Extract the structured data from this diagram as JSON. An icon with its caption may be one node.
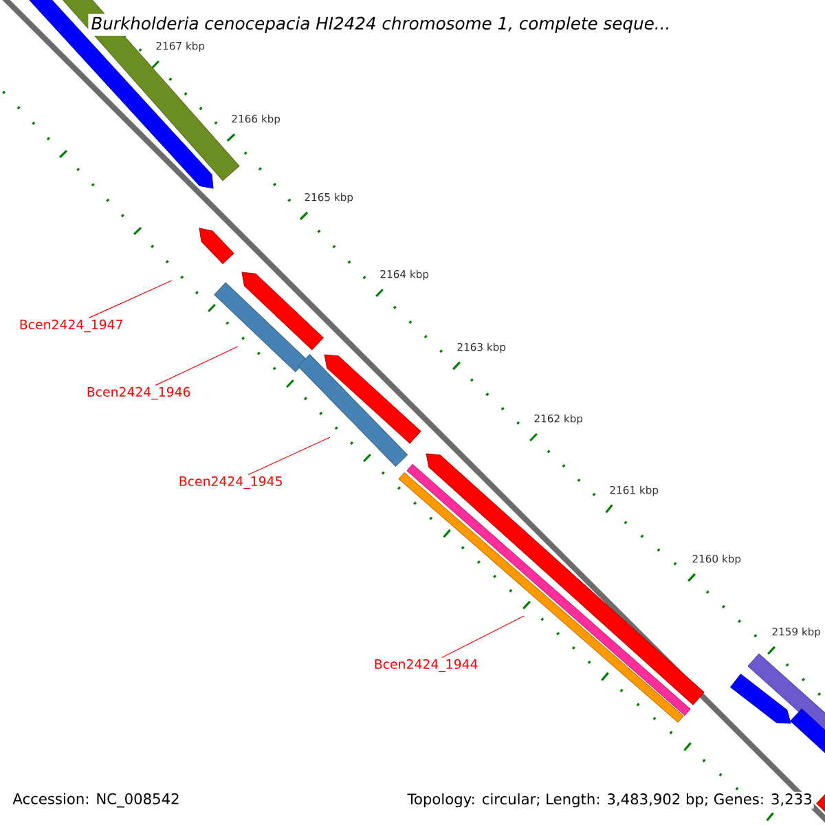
{
  "diagram": {
    "title": "Burkholderia cenocepacia HI2424 chromosome 1, complete seque...",
    "nodes": [
      {
        "text": [
          "Bcen2424_1947"
        ]
      },
      {
        "text": [
          "Bcen2424_1946"
        ]
      },
      {
        "text": [
          "Bcen2424_1945"
        ]
      },
      {
        "text": [
          "Bcen2424_1944"
        ]
      }
    ],
    "edges": [
      {
        "from": 0,
        "to": null,
        "arrow": "none"
      },
      {
        "from": 1,
        "to": null,
        "arrow": "none"
      },
      {
        "from": 2,
        "to": null,
        "arrow": "none"
      },
      {
        "from": 3,
        "to": null,
        "arrow": "none"
      }
    ],
    "labels": [
      "2167 kbp",
      "2166 kbp",
      "2165 kbp",
      "2164 kbp",
      "2163 kbp",
      "2162 kbp",
      "2161 kbp",
      "2160 kbp",
      "2159 kbp",
      "Accession: NC_008542",
      "Topology: circular; Length: 3,483,902 bp; Genes: 3,233"
    ]
  }
}
